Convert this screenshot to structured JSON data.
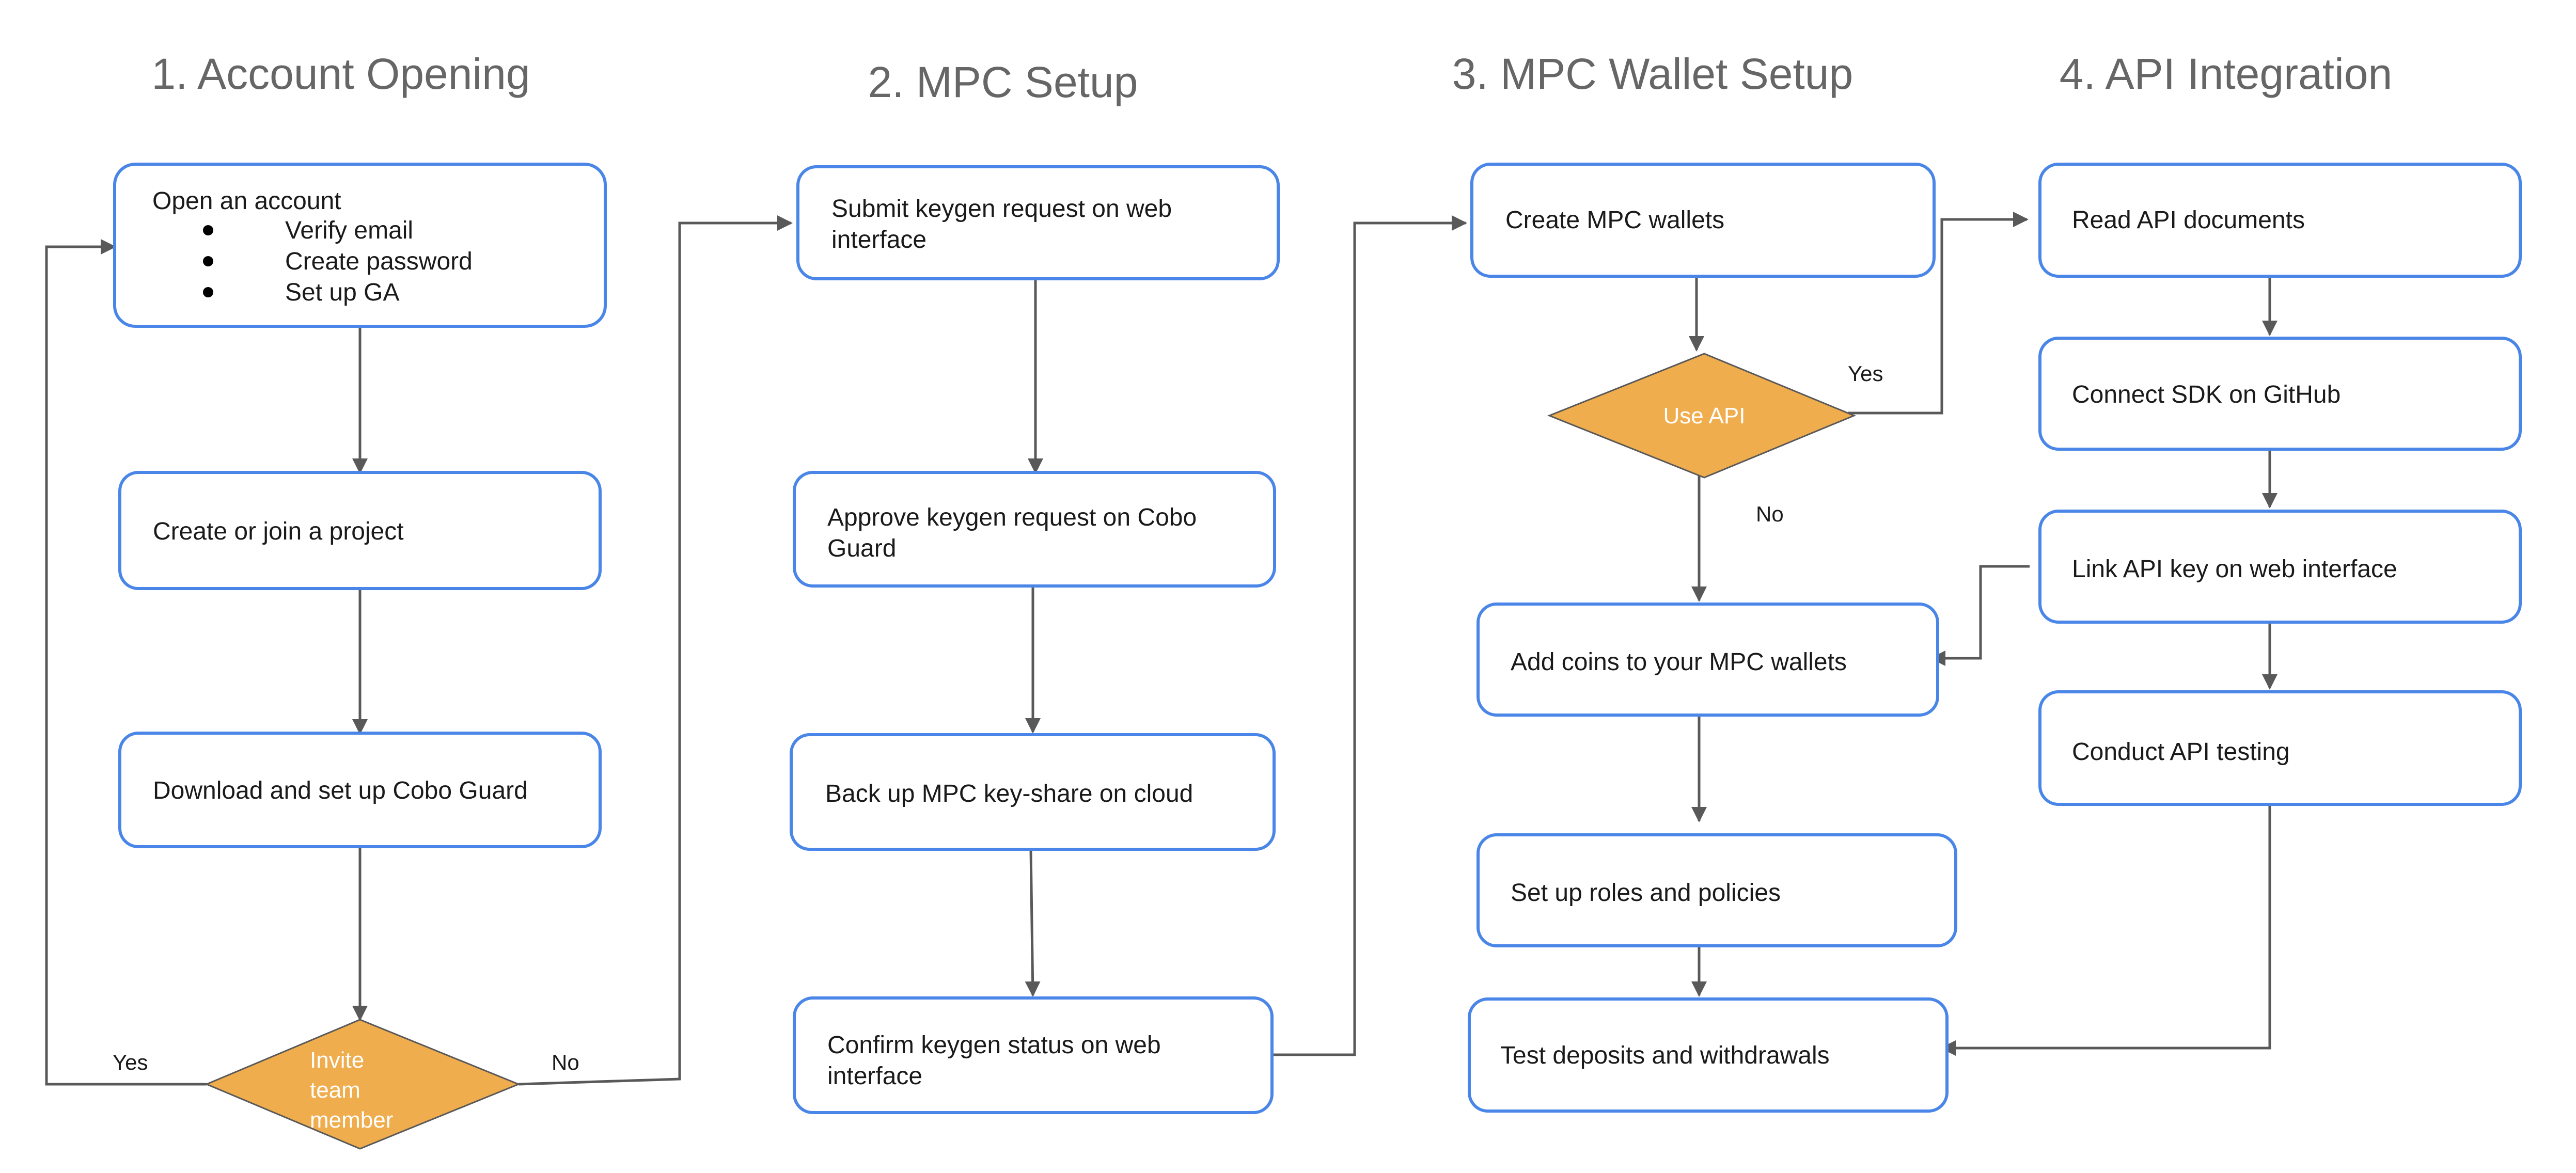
{
  "sections": {
    "account": "1. Account Opening",
    "mpc": "2. MPC Setup",
    "wallet": "3. MPC Wallet Setup",
    "api": "4. API Integration"
  },
  "account": {
    "open_title": "Open an account",
    "open_items": [
      "Verify email",
      "Create password",
      "Set up GA"
    ],
    "create_project": "Create or join a project",
    "download_guard": "Download and set up Cobo Guard",
    "invite_lines": [
      "Invite",
      "team",
      "member"
    ],
    "yes": "Yes",
    "no": "No"
  },
  "mpc": {
    "submit_lines": [
      "Submit keygen request on web",
      "interface"
    ],
    "approve_lines": [
      "Approve keygen request on Cobo",
      "Guard"
    ],
    "backup": "Back up MPC key-share on cloud",
    "confirm_lines": [
      "Confirm keygen status on web",
      "interface"
    ]
  },
  "wallet": {
    "create_wallets": "Create MPC wallets",
    "use_api": "Use API",
    "yes": "Yes",
    "no": "No",
    "add_coins": "Add coins to your MPC wallets",
    "roles": "Set up roles and policies",
    "test": "Test deposits and withdrawals"
  },
  "api": {
    "read_docs": "Read API documents",
    "connect_sdk": "Connect SDK on GitHub",
    "link_key": "Link API key on web interface",
    "testing": "Conduct API testing"
  },
  "colors": {
    "box_stroke": "#4a86e8",
    "diamond_fill": "#f0ad4e",
    "arrow": "#595959",
    "title": "#666666"
  }
}
